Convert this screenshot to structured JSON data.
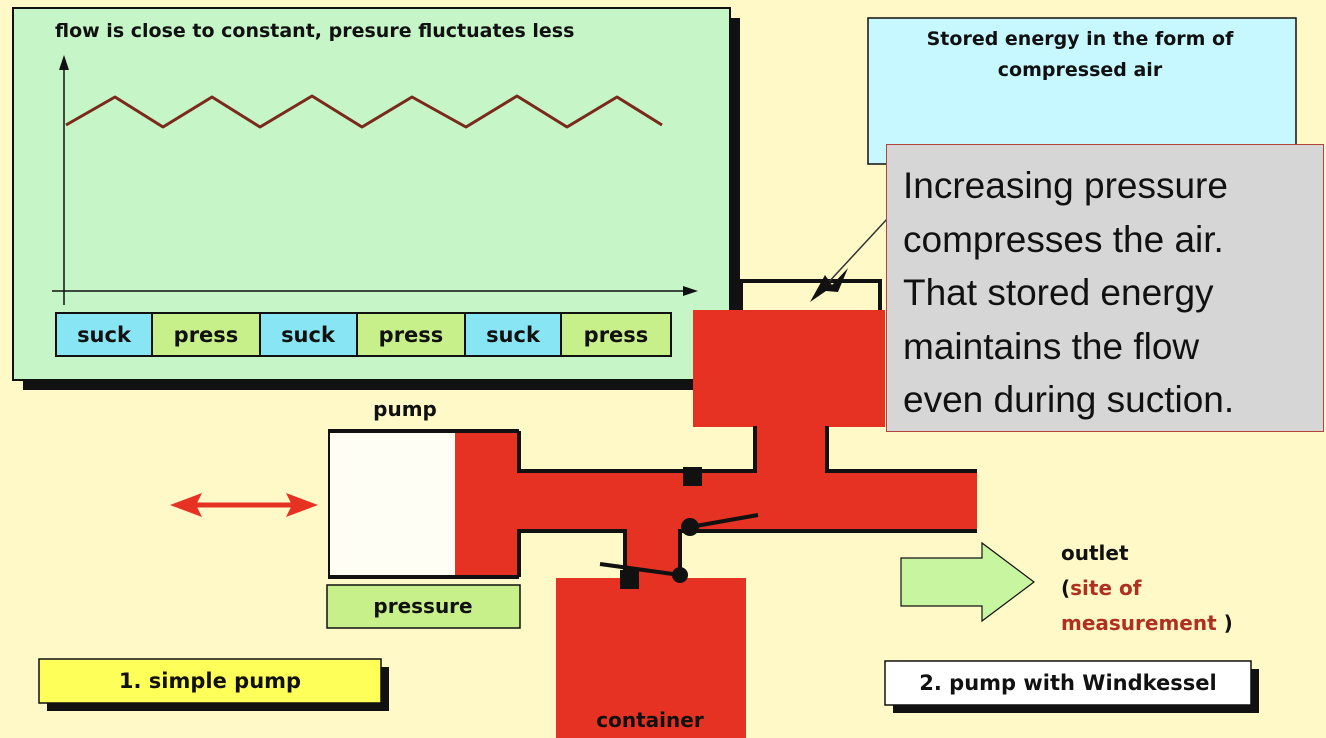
{
  "graph": {
    "title": "flow is close to constant, presure fluctuates less",
    "phases": [
      "suck",
      "press",
      "suck",
      "press",
      "suck",
      "press"
    ],
    "phase_colors": {
      "suck": "#88e6f4",
      "press": "#c8f08a"
    },
    "panel_color": "#c6f5c8",
    "line_color": "#7a2a1a"
  },
  "air_box": {
    "text_line1": "Stored energy in the form of",
    "text_line2": "compressed air"
  },
  "callout": {
    "lines": [
      "Increasing pressure",
      "compresses the air.",
      "That stored energy",
      "maintains the flow",
      "even during suction."
    ]
  },
  "labels": {
    "pump": "pump",
    "pressure": "pressure",
    "container": "container",
    "outlet": "outlet",
    "site_open": "(",
    "site_line1": "site of",
    "site_line2": "measurement",
    "site_close": " )",
    "simple_pump": "1. simple pump",
    "windkessel": "2. pump with Windkessel"
  },
  "colors": {
    "fluid": "#e53223",
    "arrow_red": "#e53223",
    "outlet_arrow": "#c8f5a0"
  }
}
